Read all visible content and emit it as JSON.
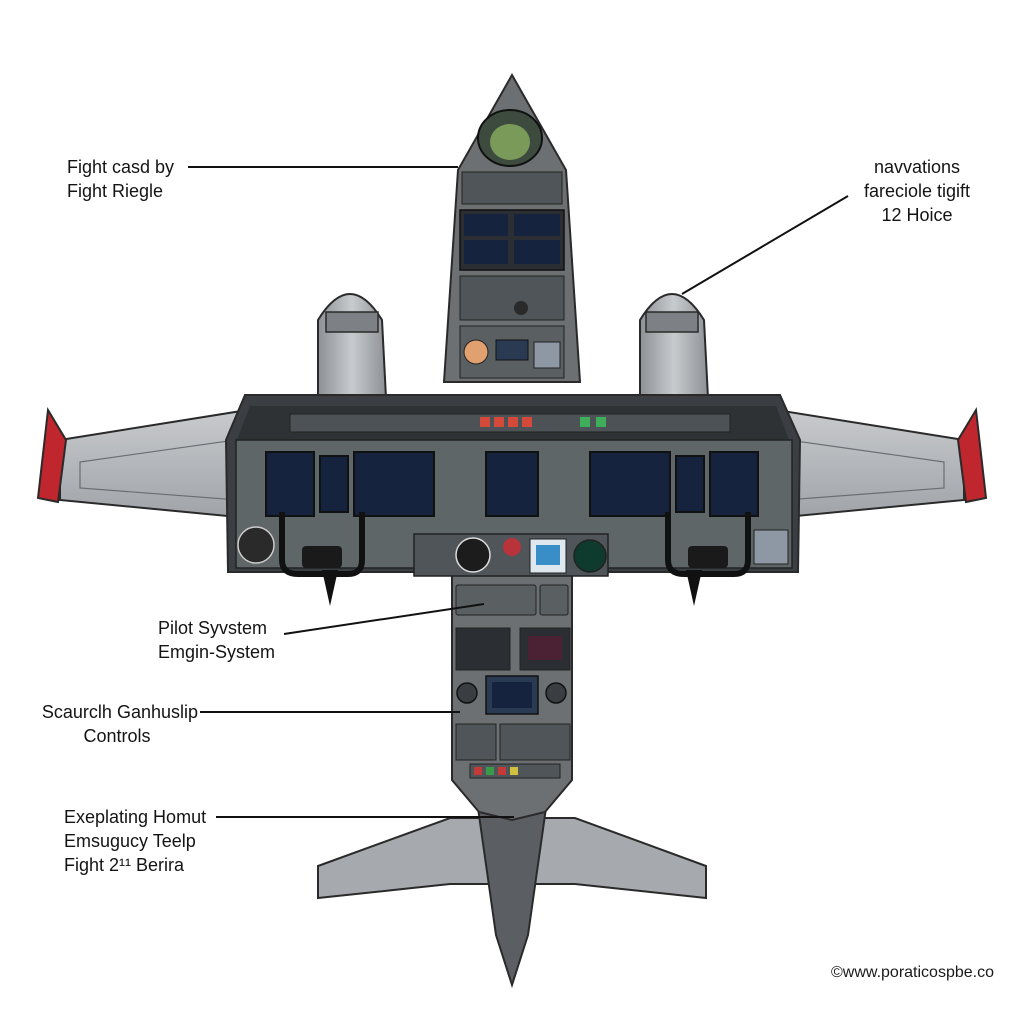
{
  "labels": {
    "top_left": [
      "Fight casd by",
      "Fight Riegle"
    ],
    "top_right": [
      "navvations",
      "fareciole tigift",
      "12 Hoice"
    ],
    "mid_left": [
      "Pilot Syvstem",
      "Emgin-System"
    ],
    "lower_left": [
      "Scaurclh Ganhuslip",
      "Controls"
    ],
    "bottom_left": [
      "Exeplating Homut",
      "Emsugucy Teelp",
      "Fight 2¹¹ Berira"
    ]
  },
  "credit": "©www.poraticospbe.co",
  "colors": {
    "background": "#ffffff",
    "fuselage": "#6d7073",
    "panel": "#5f6668",
    "wing": "#b9bcbf",
    "wingtip": "#c0262d",
    "screen": "#16233e",
    "outline": "#2a2a2a"
  },
  "icons": [
    "aircraft-cockpit-illustration",
    "control-yoke-icon",
    "attitude-indicator-icon"
  ]
}
